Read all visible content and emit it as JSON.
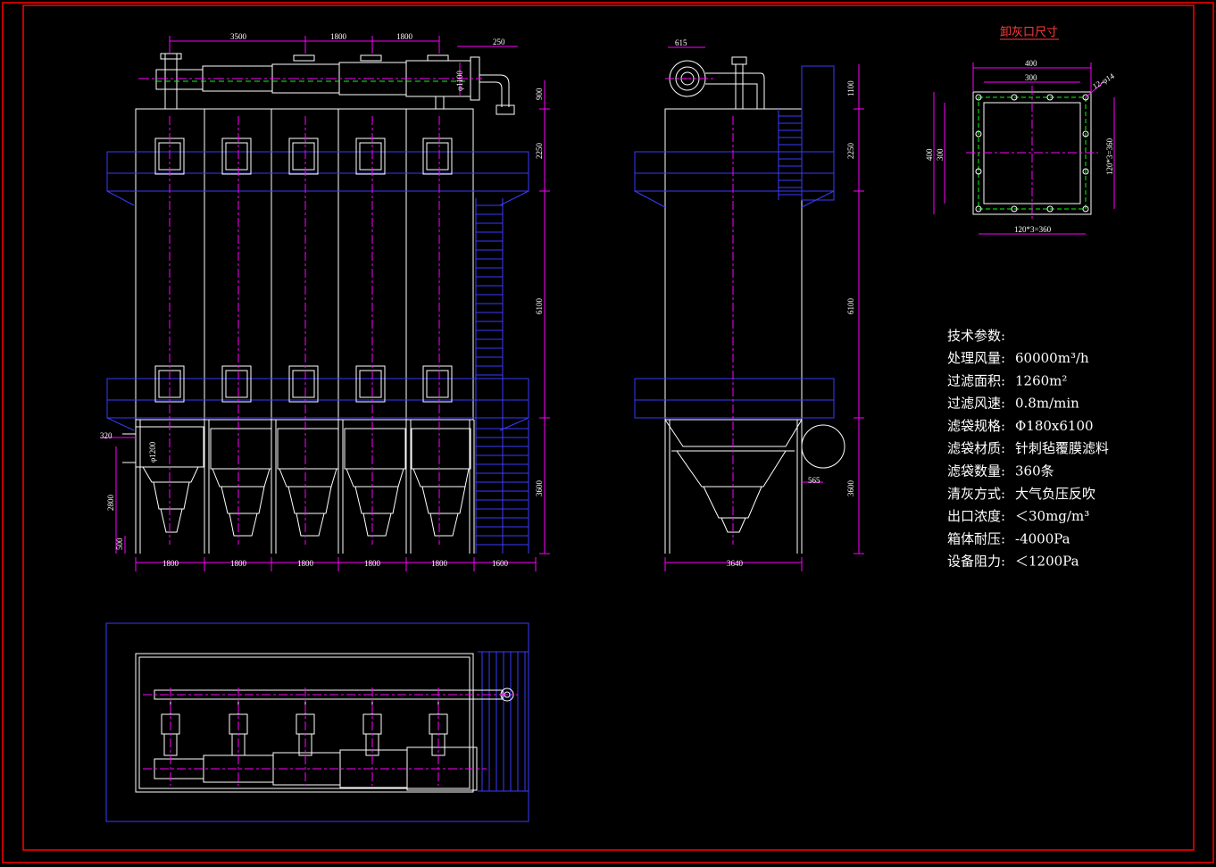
{
  "front_view": {
    "top_dims": [
      "3500",
      "1800",
      "1800",
      "250"
    ],
    "pipe_dia": "φ1100",
    "right_dims": [
      "900",
      "2250",
      "6100",
      "3600"
    ],
    "left_dims": [
      "320",
      "φ1200",
      "2800",
      "500"
    ],
    "bottom_dims": [
      "1800",
      "1800",
      "1800",
      "1800",
      "1800",
      "1600"
    ]
  },
  "side_view": {
    "top_dim": "615",
    "right_dims": [
      "1100",
      "2250",
      "6100",
      "3600"
    ],
    "outlet_dim": "565",
    "bottom_dim": "3640"
  },
  "detail": {
    "title": "卸灰口尺寸",
    "dim_outer": "400",
    "dim_inner": "300",
    "dim_holes": "12-φ14",
    "dim_left_outer": "400",
    "dim_left_inner": "300",
    "dim_right": "120*3=360",
    "dim_bottom": "120*3=360"
  },
  "specs": {
    "heading": "技术参数:",
    "rows": [
      {
        "label": "处理风量:",
        "value": "60000m³/h"
      },
      {
        "label": "过滤面积:",
        "value": "1260m²"
      },
      {
        "label": "过滤风速:",
        "value": "0.8m/min"
      },
      {
        "label": "滤袋规格:",
        "value": "Φ180x6100"
      },
      {
        "label": "滤袋材质:",
        "value": "针刺毡覆膜滤料"
      },
      {
        "label": "滤袋数量:",
        "value": "360条"
      },
      {
        "label": "清灰方式:",
        "value": "大气负压反吹"
      },
      {
        "label": "出口浓度:",
        "value": "＜30mg/m³"
      },
      {
        "label": "箱体耐压:",
        "value": "-4000Pa"
      },
      {
        "label": "设备阻力:",
        "value": "＜1200Pa"
      }
    ]
  },
  "colors": {
    "background": "#000000",
    "border": "#ff0000",
    "structure": "#ffffff",
    "platform": "#2f2fff",
    "centerline": "#ff00ff",
    "dimension": "#ff00ff",
    "hidden": "#00ff00"
  }
}
